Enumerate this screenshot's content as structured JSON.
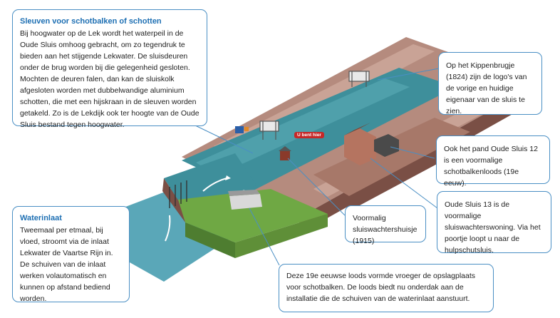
{
  "callouts": {
    "sleuven": {
      "title": "Sleuven voor schotbalken of schotten",
      "text": "Bij hoogwater op de Lek wordt het waterpeil in de Oude Sluis omhoog gebracht, om zo tegendruk te bieden aan het stijgende Lekwater. De sluisdeuren onder de brug worden bij die gelegenheid gesloten. Mochten de deuren falen, dan kan de sluiskolk afgesloten worden met dubbelwandige aluminium schotten, die met een hijskraan in de sleuven worden getakeld. Zo is de Lekdijk ook ter hoogte van de Oude Sluis bestand tegen hoogwater."
    },
    "kippenbrugje": {
      "text": "Op het Kippenbrugje (1824) zijn de logo's van de vorige en huidige eigenaar van de sluis te zien."
    },
    "pand12": {
      "text": "Ook het pand Oude Sluis 12 is een voormalige schotbalkenloods (19e eeuw)."
    },
    "sluis13": {
      "text": "Oude Sluis 13 is de voormalige sluiswachterswoning. Via het poortje loopt u naar de hulpschutsluis."
    },
    "sluiswachtershuisje": {
      "text": "Voormalig sluiswachtershuisje (1915)"
    },
    "waterinlaat": {
      "title": "Waterinlaat",
      "text": "Tweemaal per etmaal, bij vloed, stroomt via de inlaat Lekwater de Vaartse Rijn in. De schuiven van de inlaat werken volautomatisch en kunnen op afstand bediend worden."
    },
    "loods": {
      "text": "Deze 19e eeuwse loods vormde vroeger de opslagplaats voor schotbalken. De loods biedt nu onderdak aan de installatie die de schuiven van de waterinlaat aanstuurt."
    }
  },
  "badge": {
    "text": "U bent hier"
  },
  "colors": {
    "callout_border": "#4a8fc4",
    "title": "#1d6fb3",
    "water": "#3e8f9b",
    "grass": "#5f9a3a",
    "earth": "#9a6a5c",
    "marker": "#c62828"
  }
}
